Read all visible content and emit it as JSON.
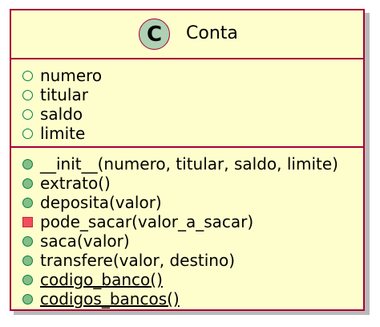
{
  "class": {
    "stereotype_letter": "C",
    "name": "Conta",
    "fields": [
      {
        "visibility": "public",
        "text": "numero"
      },
      {
        "visibility": "public",
        "text": "titular"
      },
      {
        "visibility": "public",
        "text": "saldo"
      },
      {
        "visibility": "public",
        "text": "limite"
      }
    ],
    "methods": [
      {
        "visibility": "public",
        "text": "__init__(numero, titular, saldo, limite)",
        "static": false
      },
      {
        "visibility": "public",
        "text": "extrato()",
        "static": false
      },
      {
        "visibility": "public",
        "text": "deposita(valor)",
        "static": false
      },
      {
        "visibility": "private",
        "text": "pode_sacar(valor_a_sacar)",
        "static": false
      },
      {
        "visibility": "public",
        "text": "saca(valor)",
        "static": false
      },
      {
        "visibility": "public",
        "text": "transfere(valor, destino)",
        "static": false
      },
      {
        "visibility": "public",
        "text": "codigo_banco()",
        "static": true
      },
      {
        "visibility": "public",
        "text": "codigos_bancos()",
        "static": true
      }
    ]
  },
  "colors": {
    "border": "#a80036",
    "background": "#fefecd",
    "badge": "#add1b2",
    "public_icon": "#038048",
    "private_icon": "#c82930"
  }
}
